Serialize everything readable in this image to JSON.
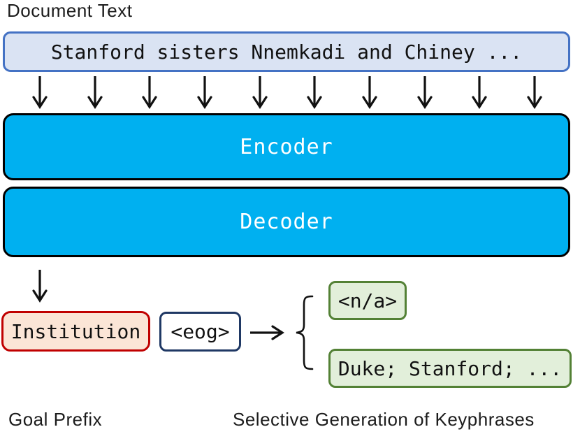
{
  "diagram": {
    "title_label": "Document Text",
    "document_box": {
      "text": "Stanford sisters Nnemkadi and Chiney ..."
    },
    "input_arrows": {
      "count": 10
    },
    "encoder": {
      "label": "Encoder"
    },
    "decoder": {
      "label": "Decoder"
    },
    "goal_box": {
      "text": "Institution"
    },
    "eog_box": {
      "text": "<eog>"
    },
    "outputs": {
      "na_box": {
        "text": "<n/a>"
      },
      "keyphrases_box": {
        "text": "Duke; Stanford; ..."
      }
    },
    "captions": {
      "goal_prefix": "Goal Prefix",
      "selective_generation": "Selective Generation of Keyphrases"
    },
    "colors": {
      "document_box_fill": "#dae3f3",
      "document_box_border": "#4472c4",
      "encoder_decoder_fill": "#00b0f0",
      "encoder_decoder_border": "#000000",
      "encoder_decoder_text": "#ffffff",
      "goal_box_fill": "#fbe5d6",
      "goal_box_border": "#c00000",
      "eog_box_border": "#1f3864",
      "output_box_fill": "#e2efda",
      "output_box_border": "#538135"
    }
  }
}
